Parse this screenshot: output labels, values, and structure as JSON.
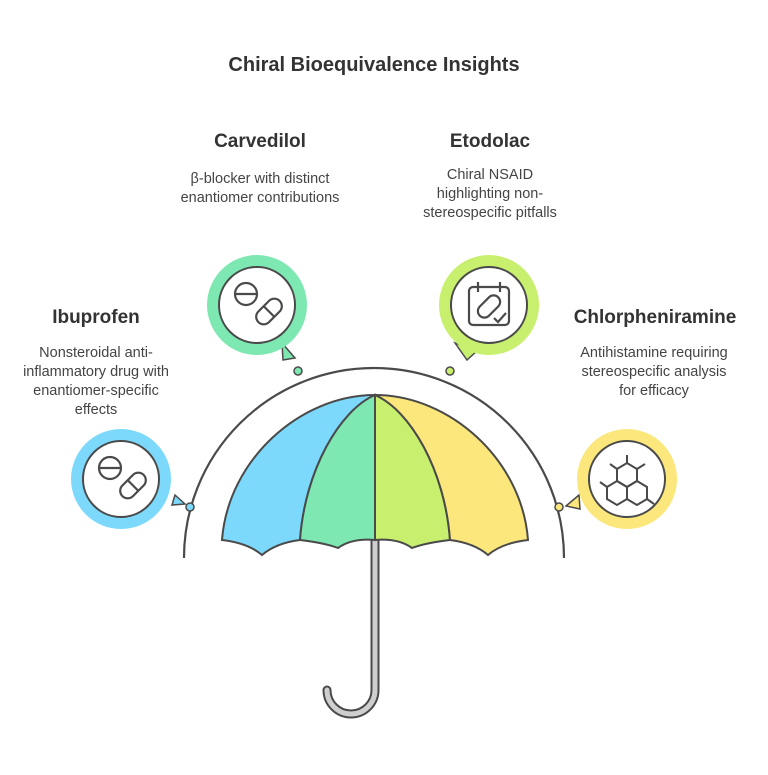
{
  "title": "Chiral Bioequivalence Insights",
  "items": [
    {
      "name": "Ibuprofen",
      "description": "Nonsteroidal anti-inflammatory drug with enantiomer-specific effects",
      "color": "#7dd9fb",
      "icon": "pill-capsule-icon"
    },
    {
      "name": "Carvedilol",
      "description": "β-blocker with distinct enantiomer contributions",
      "color": "#7ee8b3",
      "icon": "pill-capsule-icon"
    },
    {
      "name": "Etodolac",
      "description": "Chiral NSAID highlighting non-stereospecific pitfalls",
      "color": "#c8ef6e",
      "icon": "calendar-pill-check-icon"
    },
    {
      "name": "Chlorpheniramine",
      "description": "Antihistamine requiring stereospecific analysis for efficacy",
      "color": "#fbe77b",
      "icon": "molecule-structure-icon"
    }
  ]
}
